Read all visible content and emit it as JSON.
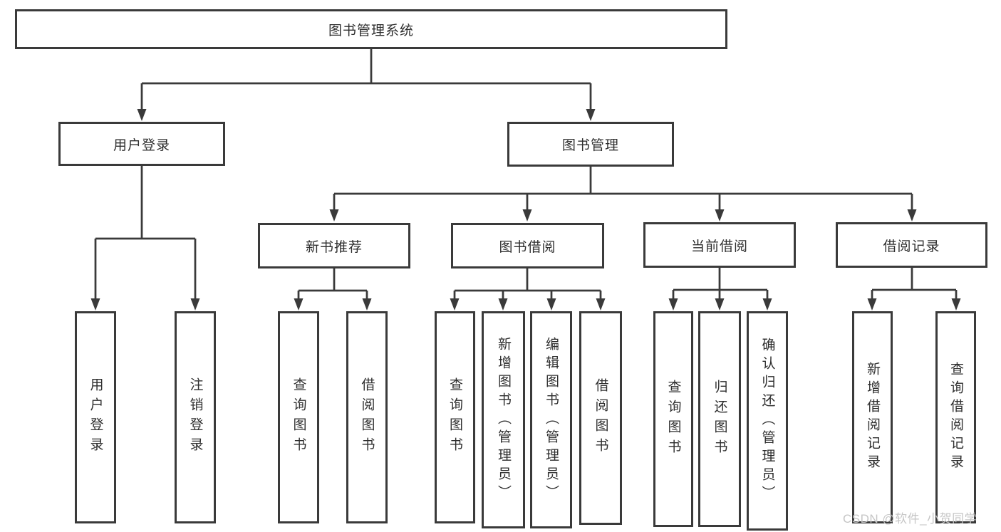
{
  "tree": {
    "root": {
      "label": "图书管理系统"
    },
    "branches": [
      {
        "label": "用户登录",
        "children": [
          {
            "label": "用户登录"
          },
          {
            "label": "注销登录"
          }
        ]
      },
      {
        "label": "图书管理",
        "children": [
          {
            "label": "新书推荐",
            "children": [
              {
                "label": "查询图书"
              },
              {
                "label": "借阅图书"
              }
            ]
          },
          {
            "label": "图书借阅",
            "children": [
              {
                "label": "查询图书"
              },
              {
                "label": "新增图书（管理员）"
              },
              {
                "label": "编辑图书（管理员）"
              },
              {
                "label": "借阅图书"
              }
            ]
          },
          {
            "label": "当前借阅",
            "children": [
              {
                "label": "查询图书"
              },
              {
                "label": "归还图书"
              },
              {
                "label": "确认归还（管理员）"
              }
            ]
          },
          {
            "label": "借阅记录",
            "children": [
              {
                "label": "新增借阅记录"
              },
              {
                "label": "查询借阅记录"
              }
            ]
          }
        ]
      }
    ]
  },
  "watermark": {
    "text": "CSDN @软件_小贺同学"
  },
  "colors": {
    "line": "#3a3a3a",
    "box_border": "#3a3a3a",
    "text": "#2e2e2e",
    "watermark": "#c6c6c6",
    "background": "#ffffff"
  }
}
